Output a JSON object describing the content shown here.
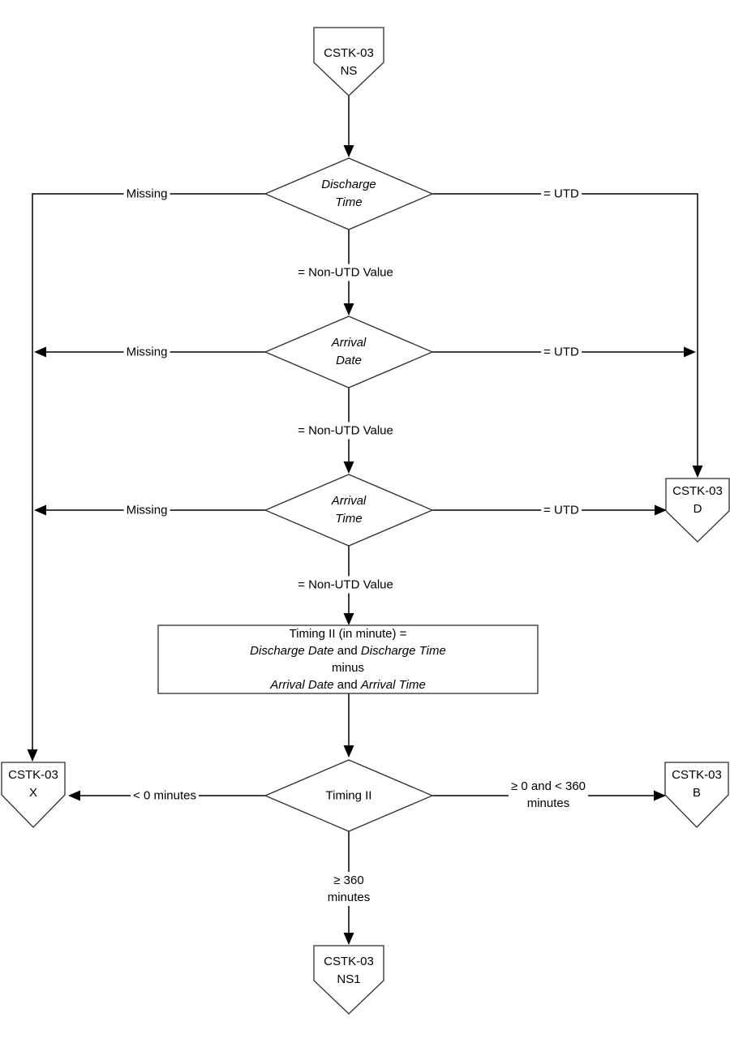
{
  "colors": {
    "line": "#000000",
    "shape_stroke": "#2e2e2e",
    "shape_fill": "#ffffff",
    "background": "#ffffff",
    "text": "#000000"
  },
  "nodes": {
    "start": {
      "line1": "CSTK-03",
      "line2": "NS"
    },
    "decision_discharge_time": {
      "line1": "Discharge",
      "line2": "Time"
    },
    "decision_arrival_date": {
      "line1": "Arrival",
      "line2": "Date"
    },
    "decision_arrival_time": {
      "line1": "Arrival",
      "line2": "Time"
    },
    "process_timing": {
      "line1": "Timing II (in minute) =",
      "line2_italic1": "Discharge Date",
      "line2_and": " and ",
      "line2_italic2": "Discharge Time",
      "line3": "minus",
      "line4_italic1": "Arrival Date",
      "line4_and": " and ",
      "line4_italic2": "Arrival Time"
    },
    "decision_timing": {
      "label": "Timing II"
    },
    "connector_d": {
      "line1": "CSTK-03",
      "line2": "D"
    },
    "connector_x": {
      "line1": "CSTK-03",
      "line2": "X"
    },
    "connector_b": {
      "line1": "CSTK-03",
      "line2": "B"
    },
    "connector_ns1": {
      "line1": "CSTK-03",
      "line2": "NS1"
    }
  },
  "edges": {
    "discharge_time_missing": "Missing",
    "discharge_time_utd": "= UTD",
    "discharge_time_nonutd": "= Non-UTD Value",
    "arrival_date_missing": "Missing",
    "arrival_date_utd": "= UTD",
    "arrival_date_nonutd": "= Non-UTD Value",
    "arrival_time_missing": "Missing",
    "arrival_time_utd": "= UTD",
    "arrival_time_nonutd": "= Non-UTD Value",
    "timing_lt0": "< 0 minutes",
    "timing_mid_line1": "≥ 0 and < 360",
    "timing_mid_line2": "minutes",
    "timing_ge360_line1": "≥ 360",
    "timing_ge360_line2": "minutes"
  }
}
